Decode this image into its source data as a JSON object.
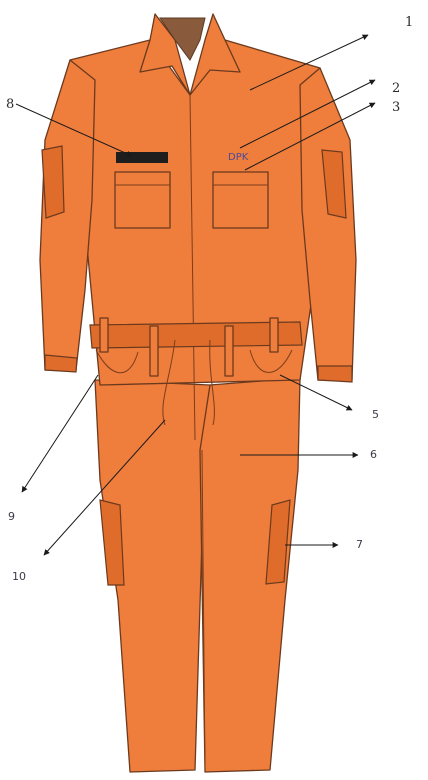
{
  "figure": {
    "chest_text": "DPK",
    "callouts": [
      "1",
      "2",
      "3",
      "5",
      "6",
      "7",
      "8",
      "9",
      "10"
    ]
  },
  "colors": {
    "suit_orange": "#ef7d3c",
    "suit_shadow": "#e06c2b",
    "outline": "#6b3a1e",
    "name_badge": "#1e1e1e",
    "chest_text": "#4a4a9a"
  }
}
